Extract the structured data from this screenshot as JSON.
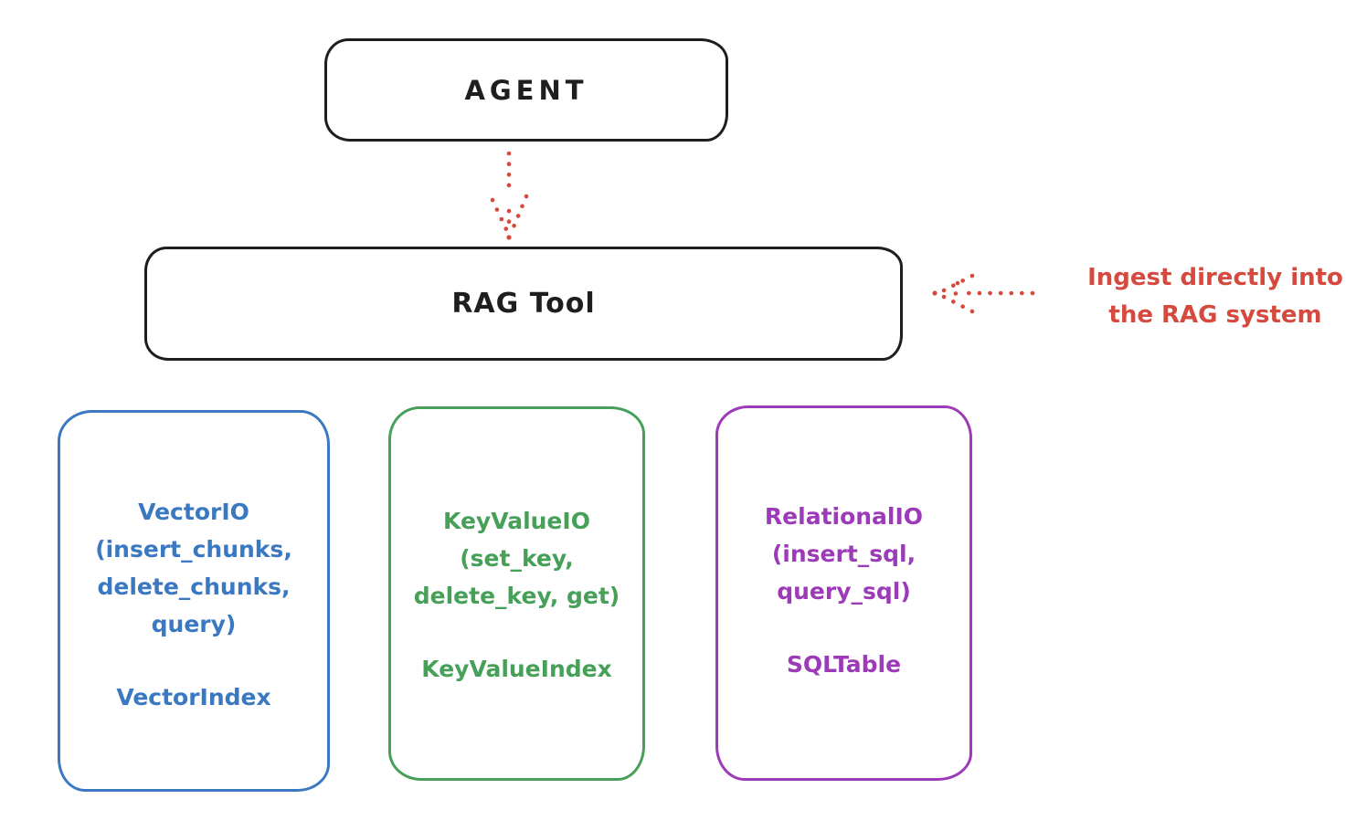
{
  "colors": {
    "ink": "#1e1e1e",
    "red": "#d6493e",
    "blue": "#3b78c2",
    "green": "#46a058",
    "purple": "#9c3ab8",
    "bg": "#ffffff"
  },
  "agent": {
    "label": "AGENT"
  },
  "rag_tool": {
    "label": "RAG Tool"
  },
  "annotation": {
    "text": "Ingest directly into\nthe RAG system"
  },
  "arrows": [
    {
      "name": "agent-to-ragtool-arrow",
      "style": "dotted",
      "color": "red",
      "direction": "down"
    },
    {
      "name": "ingest-arrow",
      "style": "dotted",
      "color": "red",
      "direction": "left"
    }
  ],
  "io_boxes": [
    {
      "name": "vector-io",
      "color": "#3b78c2",
      "title": "VectorIO\n(insert_chunks,\ndelete_chunks,\nquery)",
      "index": "VectorIndex"
    },
    {
      "name": "keyvalue-io",
      "color": "#46a058",
      "title": "KeyValueIO\n(set_key,\ndelete_key, get)",
      "index": "KeyValueIndex"
    },
    {
      "name": "relational-io",
      "color": "#9c3ab8",
      "title": "RelationalIO\n(insert_sql,\nquery_sql)",
      "index": "SQLTable"
    }
  ]
}
